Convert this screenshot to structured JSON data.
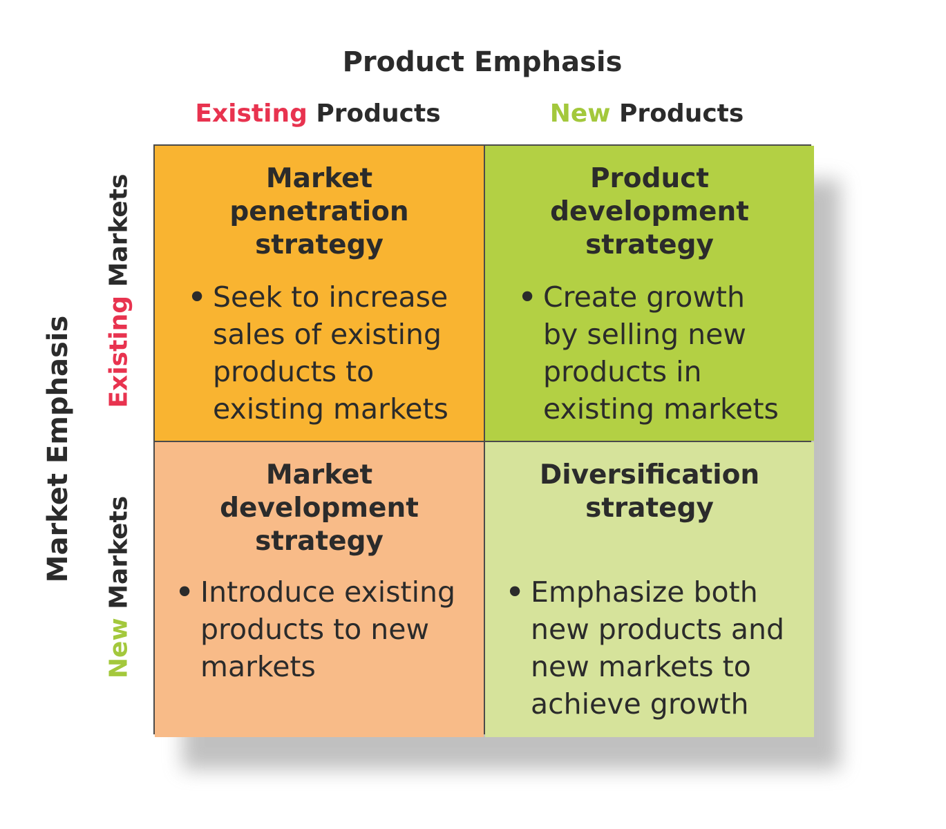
{
  "product_emphasis": {
    "title": "Product Emphasis",
    "existing_word": "Existing",
    "new_word": "New",
    "products_word": " Products"
  },
  "market_emphasis": {
    "title": "Market Emphasis",
    "existing_word": "Existing",
    "new_word": "New",
    "markets_word": " Markets"
  },
  "quadrants": [
    {
      "title": "Market\npenetration\nstrategy",
      "bullet": "Seek to increase\nsales of existing\nproducts to\nexisting markets"
    },
    {
      "title": "Product\ndevelopment\nstrategy",
      "bullet": "Create growth\nby selling new\nproducts in\nexisting markets"
    },
    {
      "title": "Market\ndevelopment\nstrategy",
      "bullet": "Introduce existing\nproducts to new\nmarkets"
    },
    {
      "title": "Diversification\nstrategy",
      "bullet": "Emphasize both\nnew products and\nnew markets to\nachieve growth"
    }
  ],
  "bullet_symbol": "•",
  "colors": {
    "existing_accent": "#e8334f",
    "new_accent": "#a3c83c",
    "q1_fill": "#f9b431",
    "q2_fill": "#b3d044",
    "q3_fill": "#f8bb88",
    "q4_fill": "#d6e39b",
    "border": "#4a4a4a"
  }
}
